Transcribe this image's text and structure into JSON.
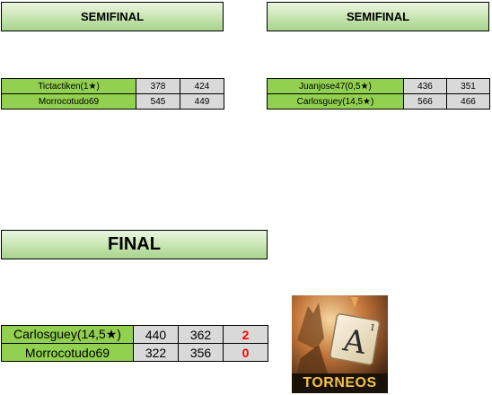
{
  "semifinal_left": {
    "title": "SEMIFINAL",
    "rows": [
      {
        "player": "Tictactiken(1★)",
        "g1": "378",
        "g2": "424"
      },
      {
        "player": "Morrocotudo69",
        "g1": "545",
        "g2": "449"
      }
    ]
  },
  "semifinal_right": {
    "title": "SEMIFINAL",
    "rows": [
      {
        "player": "Juanjose47(0,5★)",
        "g1": "436",
        "g2": "351"
      },
      {
        "player": "Carlosguey(14,5★)",
        "g1": "566",
        "g2": "466"
      }
    ]
  },
  "final": {
    "title": "FINAL",
    "rows": [
      {
        "player": "Carlosguey(14,5★)",
        "g1": "440",
        "g2": "362",
        "wins": "2"
      },
      {
        "player": "Morrocotudo69",
        "g1": "322",
        "g2": "356",
        "wins": "0"
      }
    ]
  },
  "logo": {
    "caption": "TORNEOS",
    "tile_letter": "A",
    "tile_value": "1"
  },
  "colors": {
    "name_cell": "#92d050",
    "score_cell": "#d9d9d9",
    "win_count": "#ff0000"
  }
}
